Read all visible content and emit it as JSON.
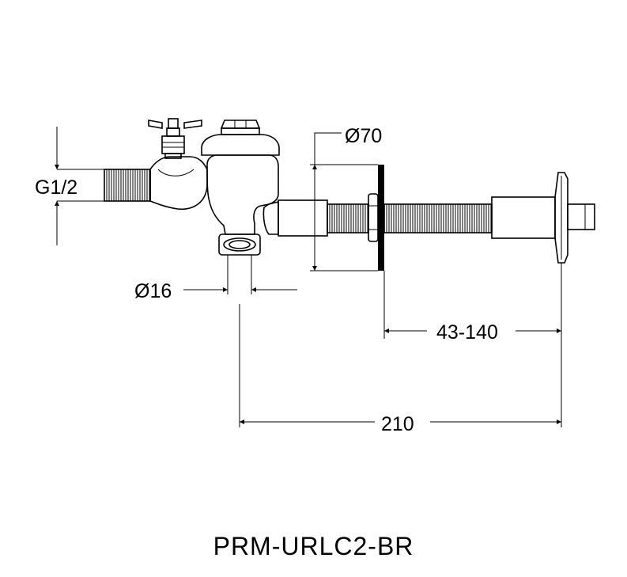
{
  "dimensions": {
    "thread_size": "G1/2",
    "outlet_diameter": "Ø16",
    "flange_diameter": "Ø70",
    "adjust_range": "43-140",
    "total_length": "210"
  },
  "model": "PRM-URLC2-BR"
}
